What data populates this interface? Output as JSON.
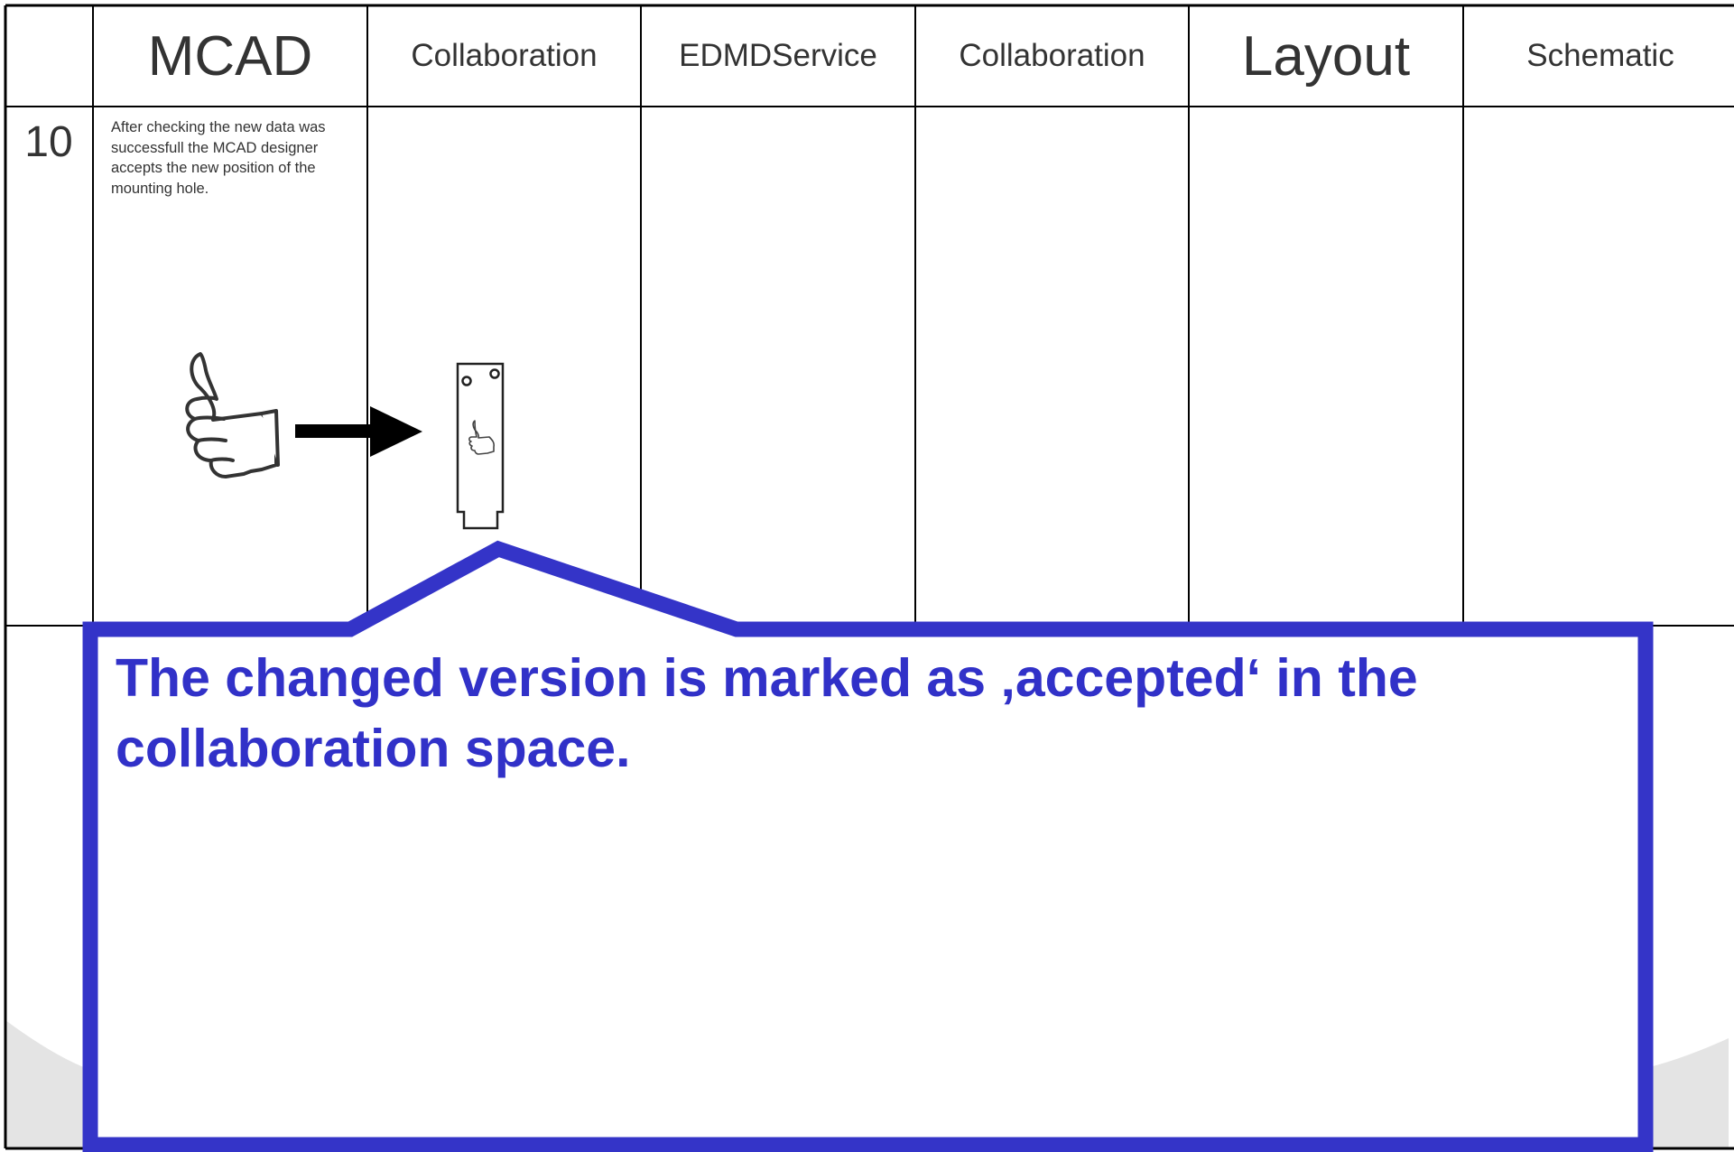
{
  "columns": [
    {
      "label": "MCAD",
      "size": "big"
    },
    {
      "label": "Collaboration",
      "size": "small"
    },
    {
      "label": "EDMDService",
      "size": "small"
    },
    {
      "label": "Collaboration",
      "size": "small"
    },
    {
      "label": "Layout",
      "size": "big"
    },
    {
      "label": "Schematic",
      "size": "small"
    }
  ],
  "step": {
    "number": "10",
    "description": "After checking the new data was successfull the MCAD designer accepts the new position of the mounting hole."
  },
  "callout": {
    "text": "The changed version is marked as ‚accepted‘ in the collaboration space."
  },
  "icons": [
    "thumbs-up-icon",
    "arrow-right-icon",
    "board-card-icon",
    "thumbs-up-small-icon"
  ],
  "colors": {
    "grid": "#000000",
    "callout_border": "#3434c8",
    "callout_text": "#3131c8",
    "text": "#333333"
  }
}
